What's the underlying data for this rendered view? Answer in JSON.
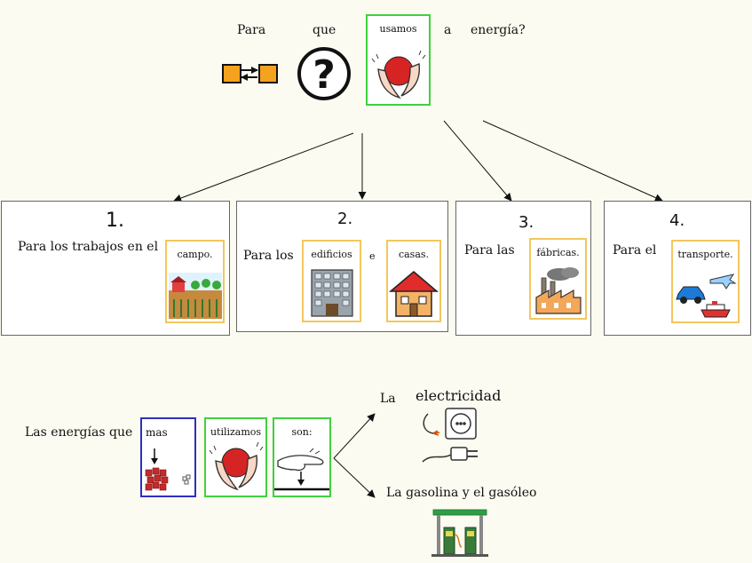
{
  "question": {
    "w1": "Para",
    "w2": "que",
    "w3": "usamos",
    "w4": "a",
    "w5": "energía?"
  },
  "boxes": [
    {
      "num": "1.",
      "text": "Para los trabajos en el",
      "card": "campo."
    },
    {
      "num": "2.",
      "text": "Para los",
      "card1": "edificios",
      "conj": "e",
      "card2": "casas."
    },
    {
      "num": "3.",
      "text": "Para las",
      "card": "fábricas."
    },
    {
      "num": "4.",
      "text": "Para el",
      "card": "transporte."
    }
  ],
  "bottom": {
    "lead": "Las energías que",
    "card1": "mas",
    "card2": "utilizamos",
    "card3": "son:",
    "opt1_article": "La",
    "opt1_word": "electricidad",
    "opt2": "La gasolina y el gasóleo"
  }
}
